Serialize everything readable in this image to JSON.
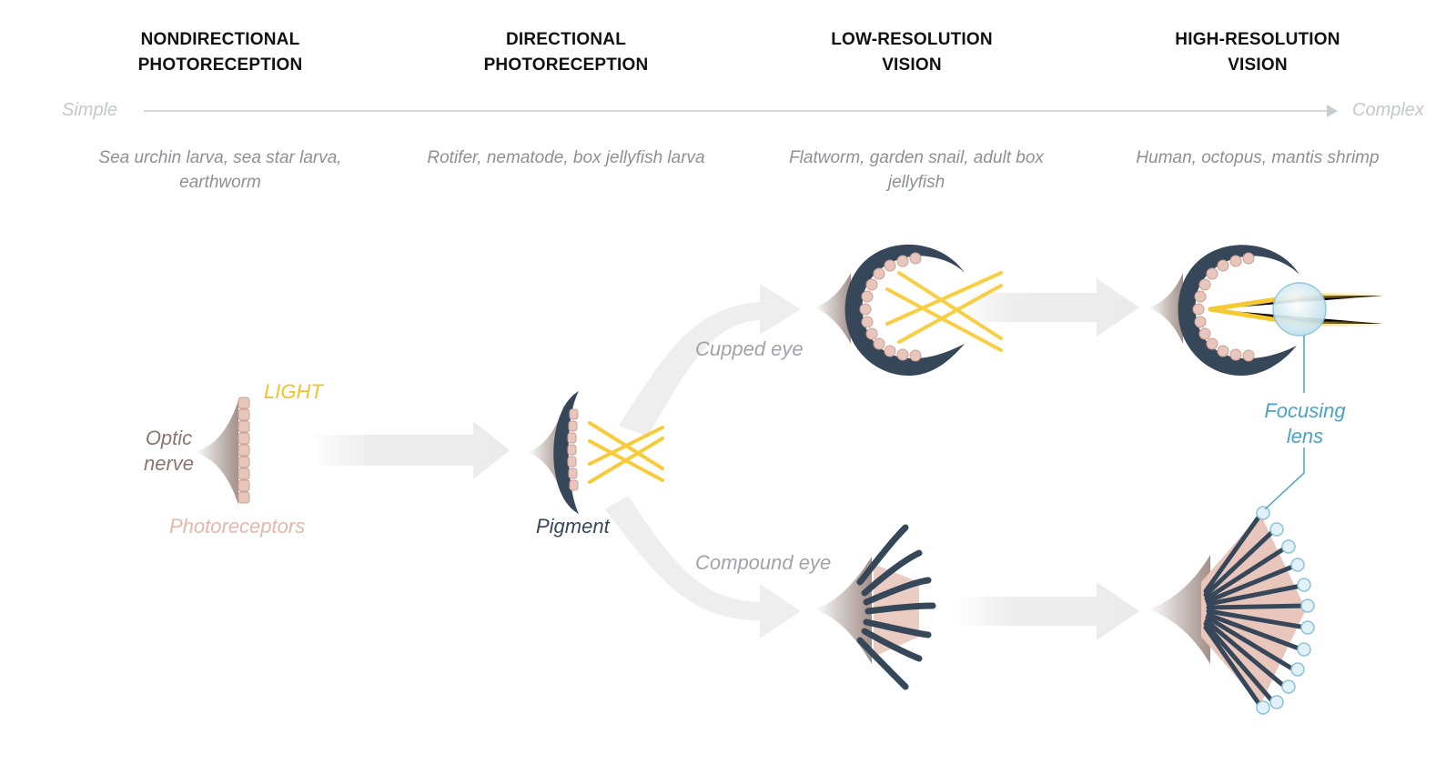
{
  "stages": [
    {
      "title_line1": "NONDIRECTIONAL",
      "title_line2": "PHOTORECEPTION",
      "examples": "Sea urchin larva, sea star larva, earthworm"
    },
    {
      "title_line1": "DIRECTIONAL",
      "title_line2": "PHOTORECEPTION",
      "examples": "Rotifer, nematode, box jellyfish larva"
    },
    {
      "title_line1": "LOW-RESOLUTION",
      "title_line2": "VISION",
      "examples": "Flatworm, garden snail, adult box jellyfish"
    },
    {
      "title_line1": "HIGH-RESOLUTION",
      "title_line2": "VISION",
      "examples": "Human, octopus, mantis shrimp"
    }
  ],
  "axis": {
    "start_label": "Simple",
    "end_label": "Complex"
  },
  "labels": {
    "light": "LIGHT",
    "optic_nerve_1": "Optic",
    "optic_nerve_2": "nerve",
    "photoreceptors": "Photoreceptors",
    "pigment": "Pigment",
    "cupped_eye": "Cupped eye",
    "compound_eye": "Compound eye",
    "focusing_lens_1": "Focusing",
    "focusing_lens_2": "lens"
  },
  "colors": {
    "light": "#f7c930",
    "pigment": "#37475a",
    "photoreceptor": "#e8c6bc",
    "nerve": "#8a766f",
    "lens": "#4aa3c6",
    "arrow": "#eeeeee",
    "axis": "#c4c7cb"
  }
}
